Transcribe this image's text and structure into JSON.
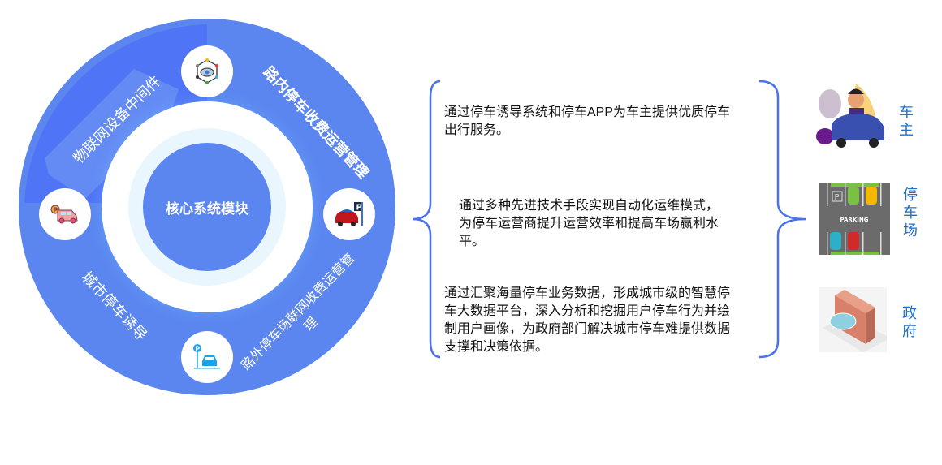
{
  "center": {
    "label": "核心系统模块"
  },
  "segments": [
    {
      "label": "路内停车收费运营管理",
      "icon": "car-parking-sign-icon"
    },
    {
      "label": "物联网设备中间件",
      "icon": "iot-network-cloud-icon"
    },
    {
      "label": "城市停车诱导",
      "icon": "parking-car-icon"
    },
    {
      "label_line1": "路外停车场联网收费运营管",
      "label_line2": "理",
      "icon": "parking-pole-car-icon"
    }
  ],
  "descriptions": [
    {
      "lines": [
        "通过停车诱导系统和停车APP为车主提供优质停车",
        "出行服务。"
      ]
    },
    {
      "lines": [
        "通过多种先进技术手段实现自动化运维模式，",
        "为停车运营商提升运营效率和提高车场赢利水",
        "平。"
      ]
    },
    {
      "lines": [
        "通过汇聚海量停车业务数据，形成城市级的智慧停",
        "车大数据平台，深入分析和挖掘用户停车行为并绘",
        "制用户画像，为政府部门解决城市停车难提供数据",
        "支撑和决策依据。"
      ]
    }
  ],
  "roles": [
    {
      "chars": [
        "车",
        "主"
      ],
      "image": "angry-driver-illustration"
    },
    {
      "chars": [
        "停",
        "车",
        "场"
      ],
      "image": "parking-lot-illustration",
      "image_text": "PARKING"
    },
    {
      "chars": [
        "政",
        "府"
      ],
      "image": "government-building-illustration"
    }
  ],
  "colors": {
    "ring": "#5b86f0",
    "band": "#4f74f5",
    "brace": "#4a72f0",
    "role_text": "#1e6fd0",
    "light_ring": "#eaf6fe"
  }
}
